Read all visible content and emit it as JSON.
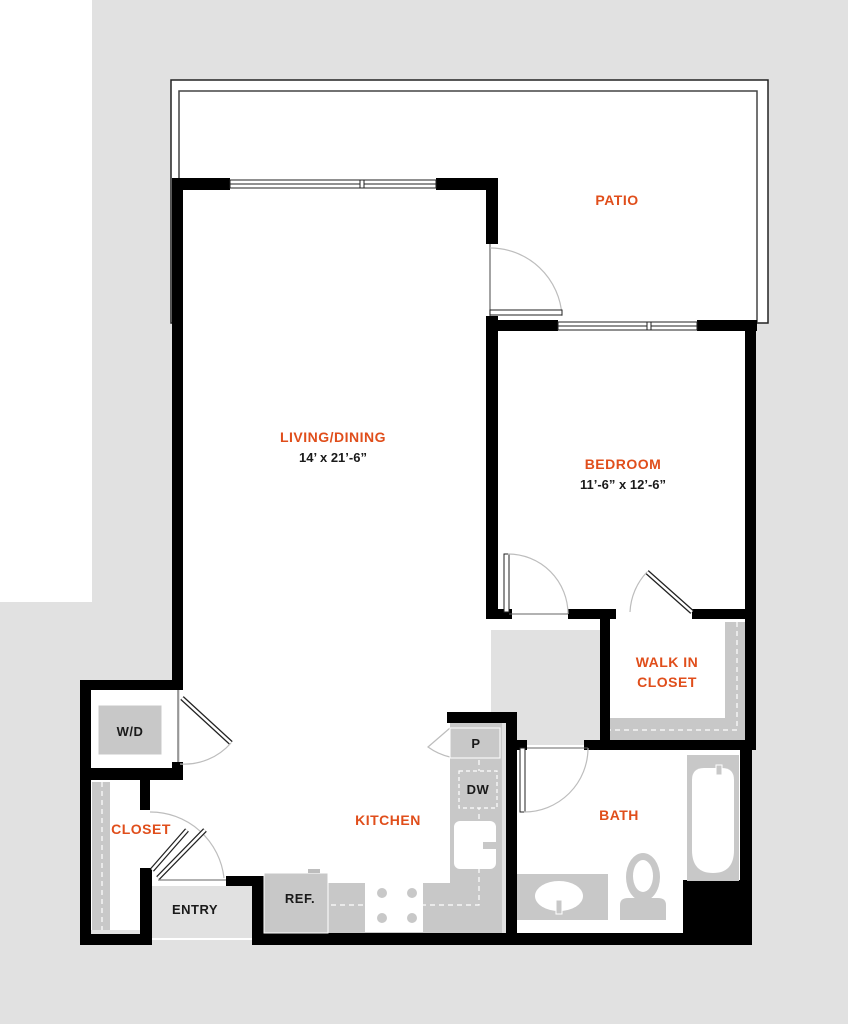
{
  "colors": {
    "background": "#e1e1e1",
    "wall": "#000000",
    "floor": "#ffffff",
    "fixture": "#c8c8c8",
    "accent_label": "#e04e1b",
    "dark_label": "#1a1a1a",
    "door_swing": "#bdbdbd"
  },
  "rooms": {
    "patio": {
      "name": "PATIO"
    },
    "living": {
      "name": "LIVING/DINING",
      "dimensions": "14’ x 21’-6”"
    },
    "bedroom": {
      "name": "BEDROOM",
      "dimensions": "11’-6” x 12’-6”"
    },
    "walk_in_closet": {
      "name_line1": "WALK IN",
      "name_line2": "CLOSET"
    },
    "kitchen": {
      "name": "KITCHEN"
    },
    "bath": {
      "name": "BATH"
    },
    "closet": {
      "name": "CLOSET"
    },
    "entry": {
      "name": "ENTRY"
    }
  },
  "fixtures": {
    "washer_dryer": "W/D",
    "pantry": "P",
    "dishwasher": "DW",
    "refrigerator": "REF."
  }
}
